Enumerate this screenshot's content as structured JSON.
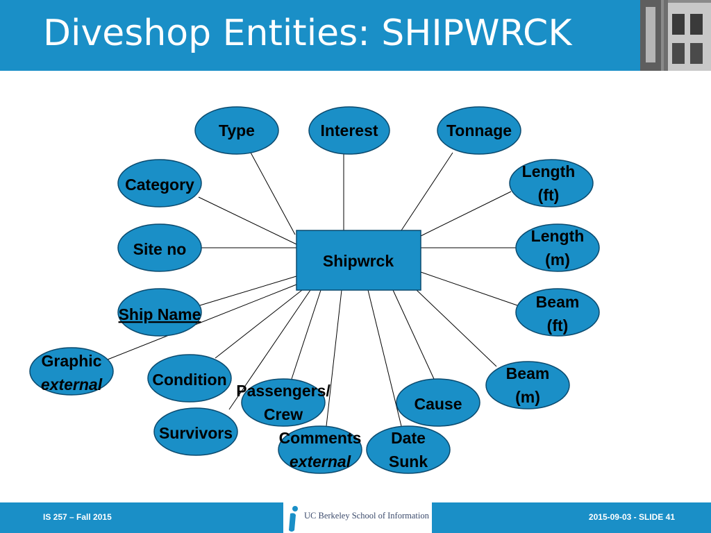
{
  "slide": {
    "title": "Diveshop Entities: SHIPWRCK",
    "footer_left": "IS 257 – Fall 2015",
    "footer_right": "2015-09-03 - SLIDE 41",
    "logo_text": "UC Berkeley School of Information"
  },
  "colors": {
    "header": "#1a8fc7",
    "node_fill": "#1a8fc7",
    "node_stroke": "#0b4a6e",
    "line": "#000000"
  },
  "diagram": {
    "entity": "Shipwrck",
    "attributes": [
      {
        "id": "type",
        "lines": [
          "Type"
        ]
      },
      {
        "id": "interest",
        "lines": [
          "Interest"
        ]
      },
      {
        "id": "tonnage",
        "lines": [
          "Tonnage"
        ]
      },
      {
        "id": "category",
        "lines": [
          "Category"
        ]
      },
      {
        "id": "length-ft",
        "lines": [
          "Length",
          "(ft)"
        ]
      },
      {
        "id": "site-no",
        "lines": [
          "Site no"
        ]
      },
      {
        "id": "length-m",
        "lines": [
          "Length",
          "(m)"
        ]
      },
      {
        "id": "ship-name",
        "lines": [
          "Ship Name"
        ],
        "key": true
      },
      {
        "id": "beam-ft",
        "lines": [
          "Beam",
          "(ft)"
        ]
      },
      {
        "id": "graphic",
        "lines": [
          "Graphic",
          "external"
        ]
      },
      {
        "id": "condition",
        "lines": [
          "Condition"
        ]
      },
      {
        "id": "beam-m",
        "lines": [
          "Beam",
          "(m)"
        ]
      },
      {
        "id": "passengers-crew",
        "lines": [
          "Passengers/",
          "Crew"
        ]
      },
      {
        "id": "cause",
        "lines": [
          "Cause"
        ]
      },
      {
        "id": "survivors",
        "lines": [
          "Survivors"
        ]
      },
      {
        "id": "comments",
        "lines": [
          "Comments",
          "external"
        ]
      },
      {
        "id": "date-sunk",
        "lines": [
          "Date",
          "Sunk"
        ]
      }
    ]
  }
}
